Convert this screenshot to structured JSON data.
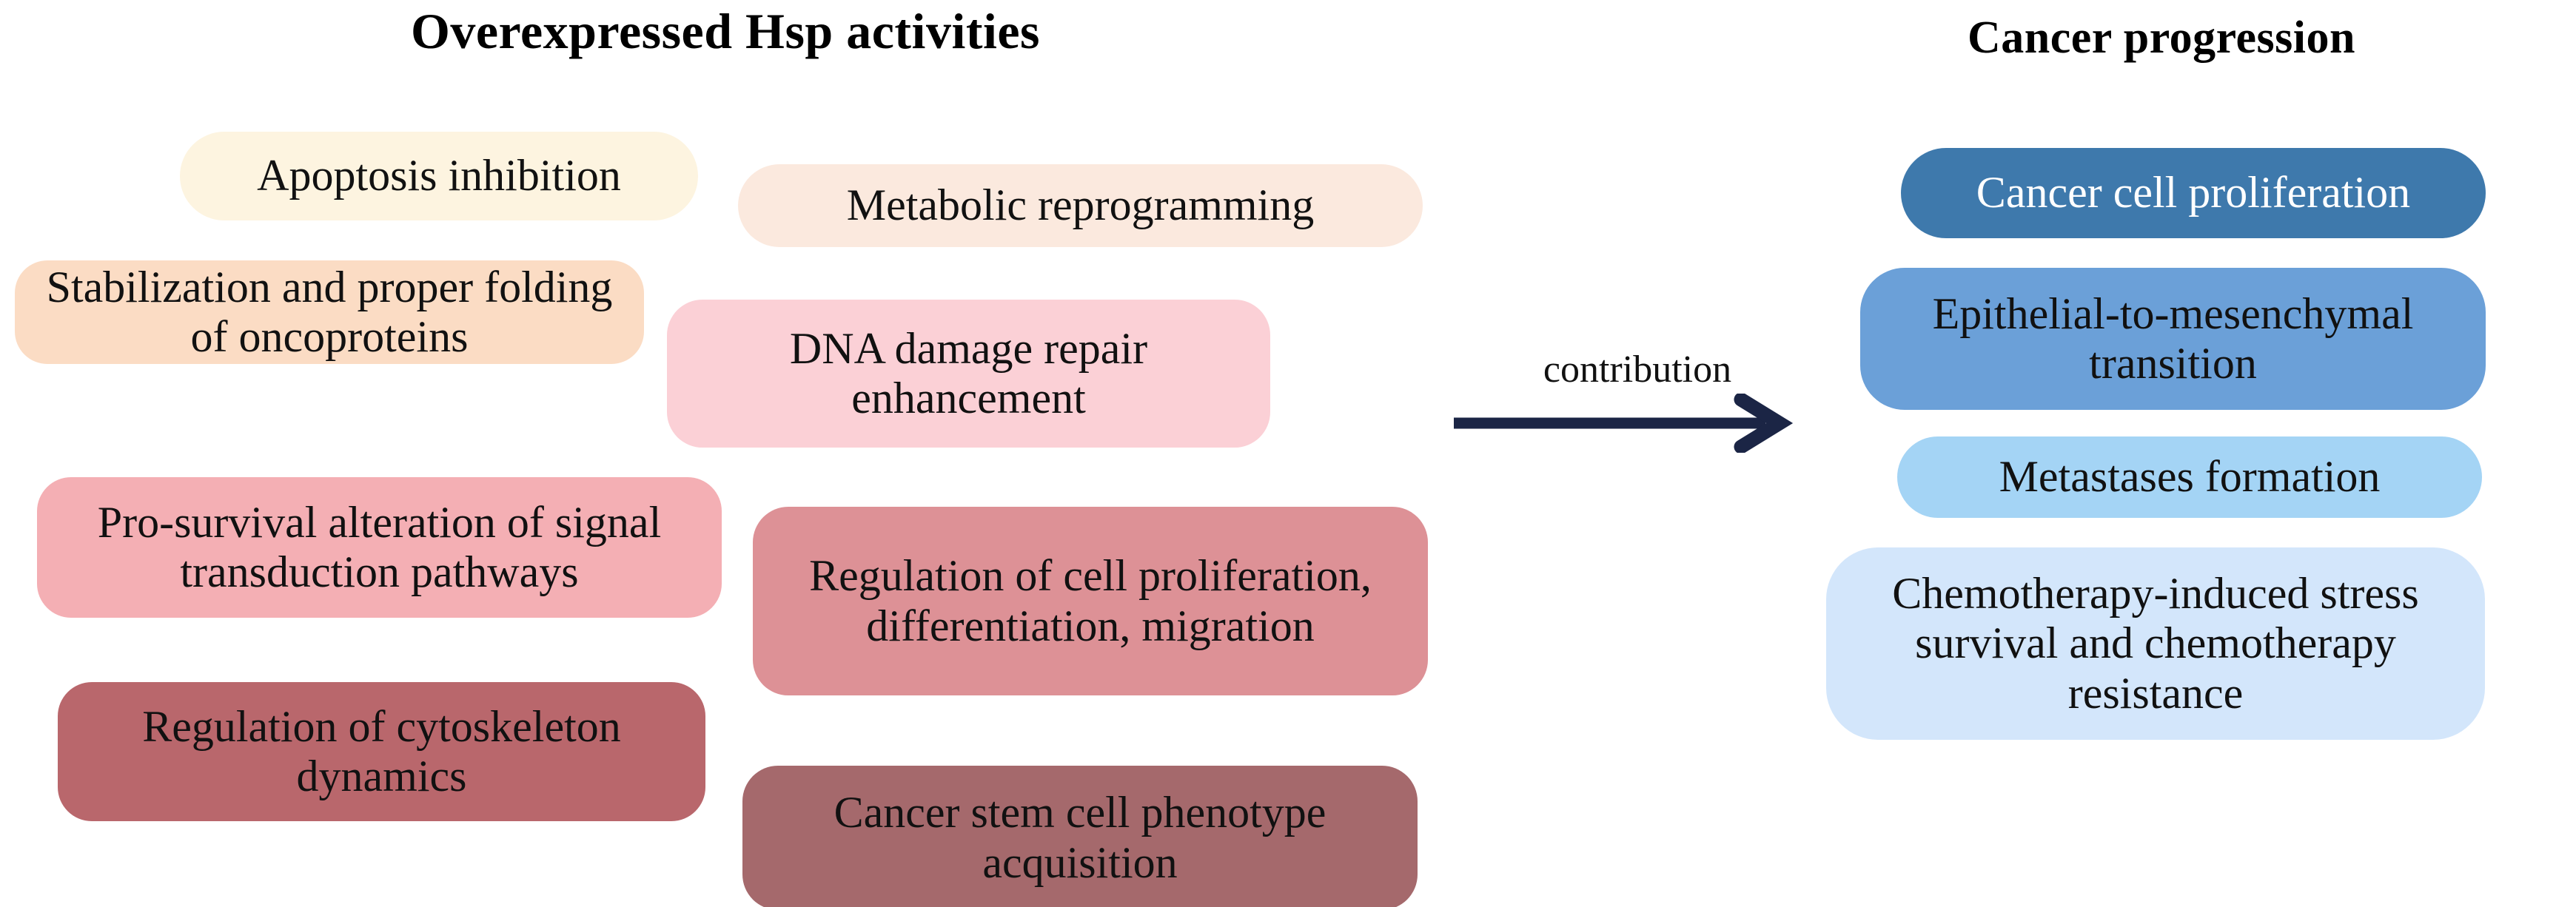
{
  "headings": {
    "left": "Overexpressed Hsp activities",
    "right": "Cancer progression"
  },
  "connector": {
    "label": "contribution",
    "icon": "arrow-right-icon",
    "color": "#1b2545"
  },
  "hsp_activities": [
    {
      "id": "apoptosis",
      "label": "Apoptosis inhibition",
      "color": "#fdf4e0",
      "text_color": "#111111"
    },
    {
      "id": "metabolic",
      "label": "Metabolic reprogramming",
      "color": "#fbe9de",
      "text_color": "#111111"
    },
    {
      "id": "stabilization",
      "label": "Stabilization and proper folding of oncoproteins",
      "color": "#fbdcc4",
      "text_color": "#111111"
    },
    {
      "id": "dna",
      "label": "DNA damage repair enhancement",
      "color": "#fbd0d6",
      "text_color": "#111111"
    },
    {
      "id": "prosurvival",
      "label": "Pro-survival alteration of signal transduction pathways",
      "color": "#f4afb4",
      "text_color": "#111111"
    },
    {
      "id": "cellreg",
      "label": "Regulation of cell proliferation, differentiation, migration",
      "color": "#dd9196",
      "text_color": "#111111"
    },
    {
      "id": "cytoskeleton",
      "label": "Regulation of cytoskeleton dynamics",
      "color": "#b9676c",
      "text_color": "#111111"
    },
    {
      "id": "stemcell",
      "label": "Cancer stem cell phenotype acquisition",
      "color": "#a5696c",
      "text_color": "#111111"
    }
  ],
  "cancer_progression": [
    {
      "id": "proliferation",
      "label": "Cancer cell proliferation",
      "color": "#3e79ac",
      "text_color": "#ffffff"
    },
    {
      "id": "emt",
      "label": "Epithelial-to-mesenchymal transition",
      "color": "#6ba0d8",
      "text_color": "#111111"
    },
    {
      "id": "metastases",
      "label": "Metastases formation",
      "color": "#a4d4f5",
      "text_color": "#111111"
    },
    {
      "id": "chemo",
      "label": "Chemotherapy-induced stress survival and chemotherapy resistance",
      "color": "#d3e6fb",
      "text_color": "#111111"
    }
  ]
}
